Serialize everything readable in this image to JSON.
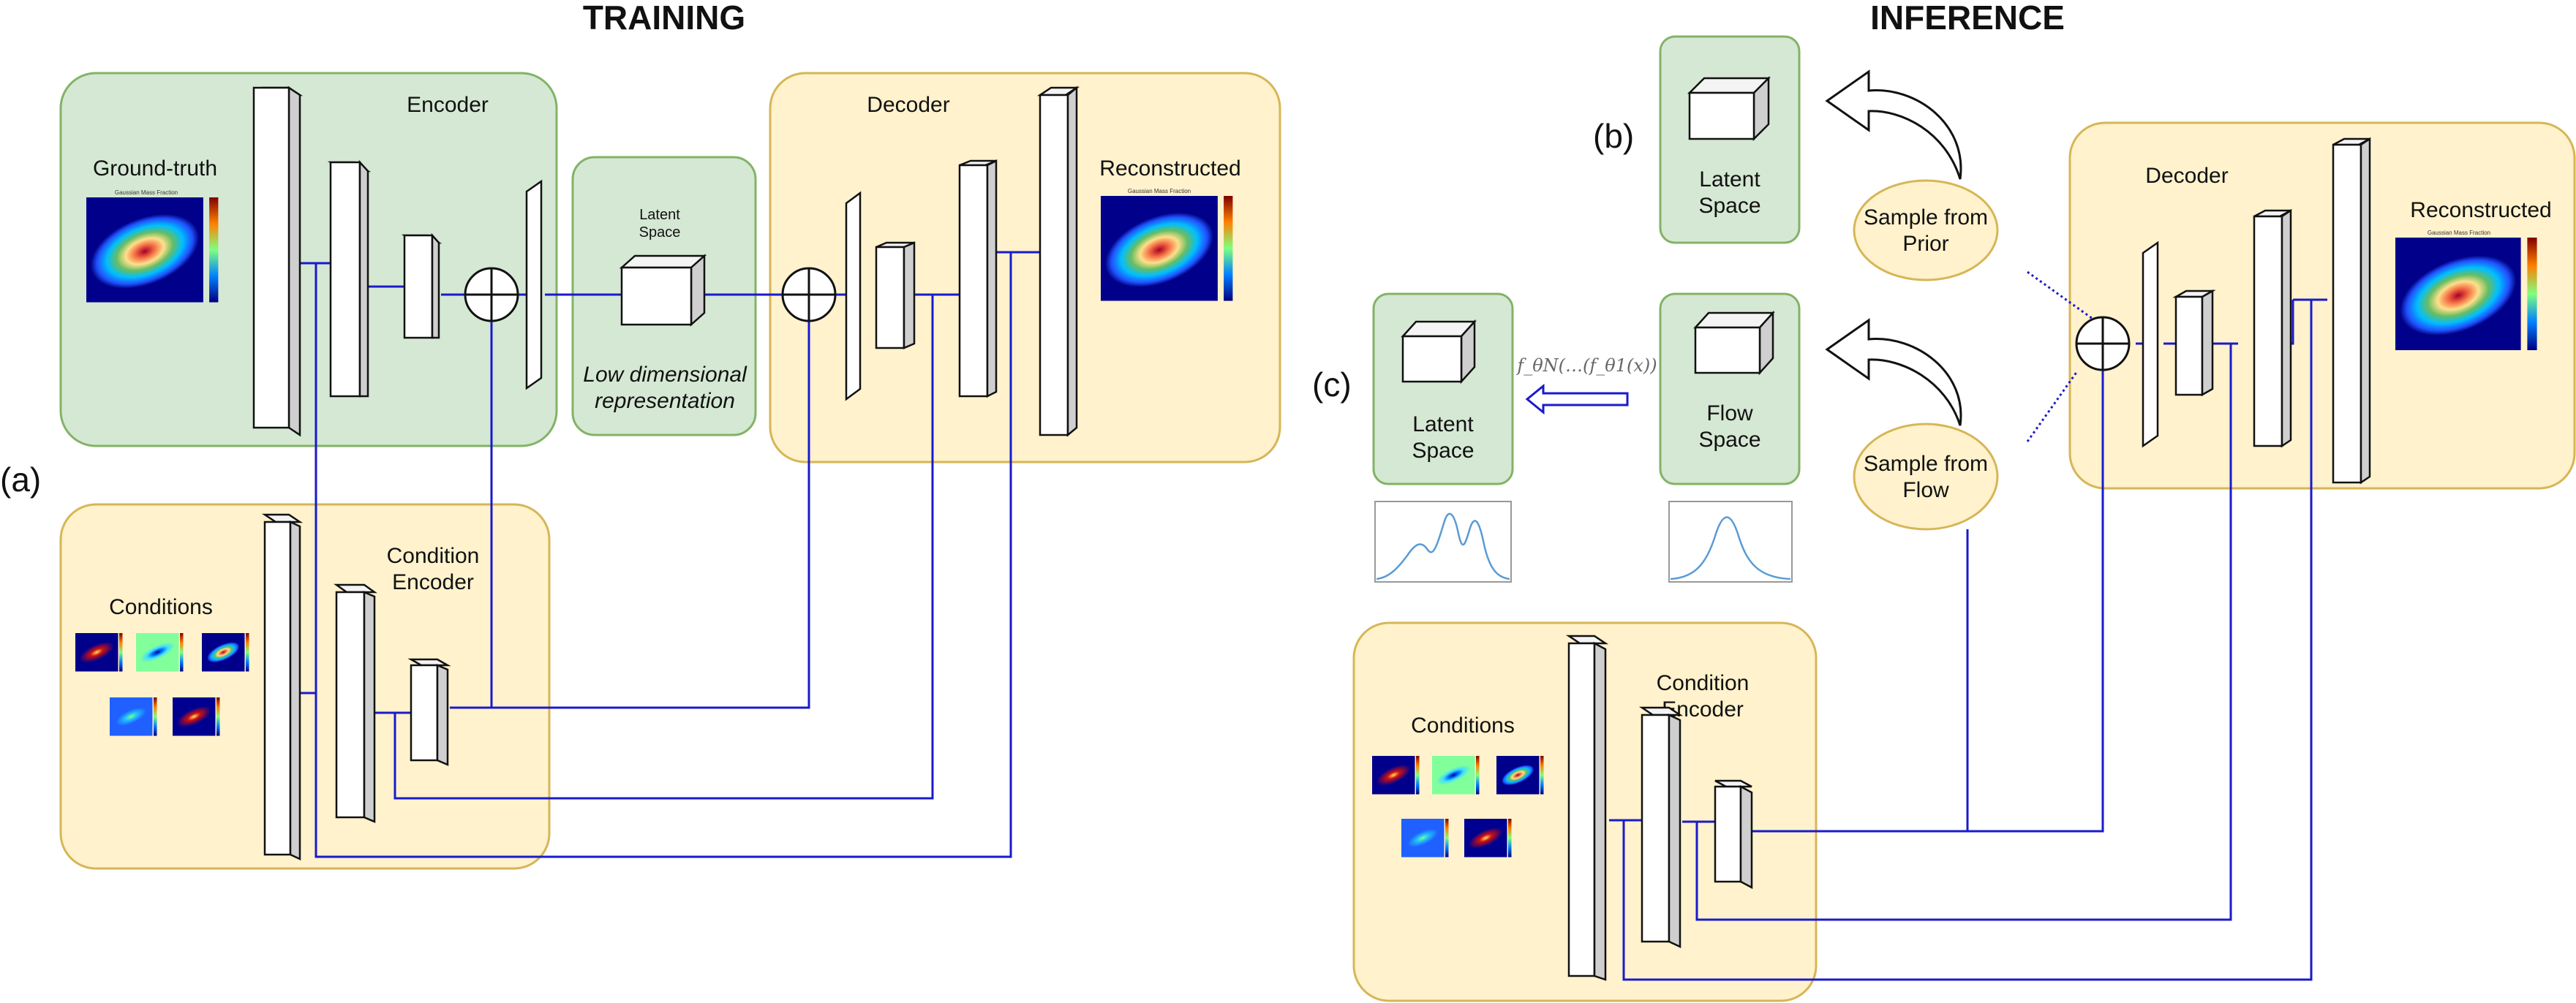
{
  "titles": {
    "training": "TRAINING",
    "inference": "INFERENCE"
  },
  "tags": {
    "a": "(a)",
    "b": "(b)",
    "c": "(c)"
  },
  "training": {
    "encoder": {
      "label": "Encoder",
      "input_label": "Ground-truth",
      "plot_title": "Gaussian Mass Fraction"
    },
    "latent": {
      "label_line1": "Latent",
      "label_line2": "Space",
      "note_line1": "Low dimensional",
      "note_line2": "representation"
    },
    "decoder": {
      "label": "Decoder",
      "output_label": "Reconstructed",
      "plot_title": "Gaussian Mass Fraction"
    },
    "condition_encoder": {
      "label_line1": "Condition",
      "label_line2": "Encoder",
      "conditions_label": "Conditions"
    }
  },
  "inference": {
    "latent_b": {
      "label_line1": "Latent",
      "label_line2": "Space"
    },
    "sample_prior": {
      "line1": "Sample from",
      "line2": "Prior"
    },
    "sample_flow": {
      "line1": "Sample from",
      "line2": "Flow"
    },
    "latent_c": {
      "label_line1": "Latent",
      "label_line2": "Space"
    },
    "flow_space": {
      "label_line1": "Flow",
      "label_line2": "Space"
    },
    "flow_formula": "f_θN(…(f_θ1(x))",
    "decoder": {
      "label": "Decoder",
      "output_label": "Reconstructed",
      "plot_title": "Gaussian Mass Fraction"
    },
    "condition_encoder": {
      "label_line1": "Condition",
      "label_line2": "Encoder",
      "conditions_label": "Conditions"
    }
  },
  "colors": {
    "green_fill": "#d5e8d4",
    "green_stroke": "#82b366",
    "yellow_fill": "#fff2cc",
    "yellow_stroke": "#d6b656",
    "wire": "#1a1acc"
  }
}
